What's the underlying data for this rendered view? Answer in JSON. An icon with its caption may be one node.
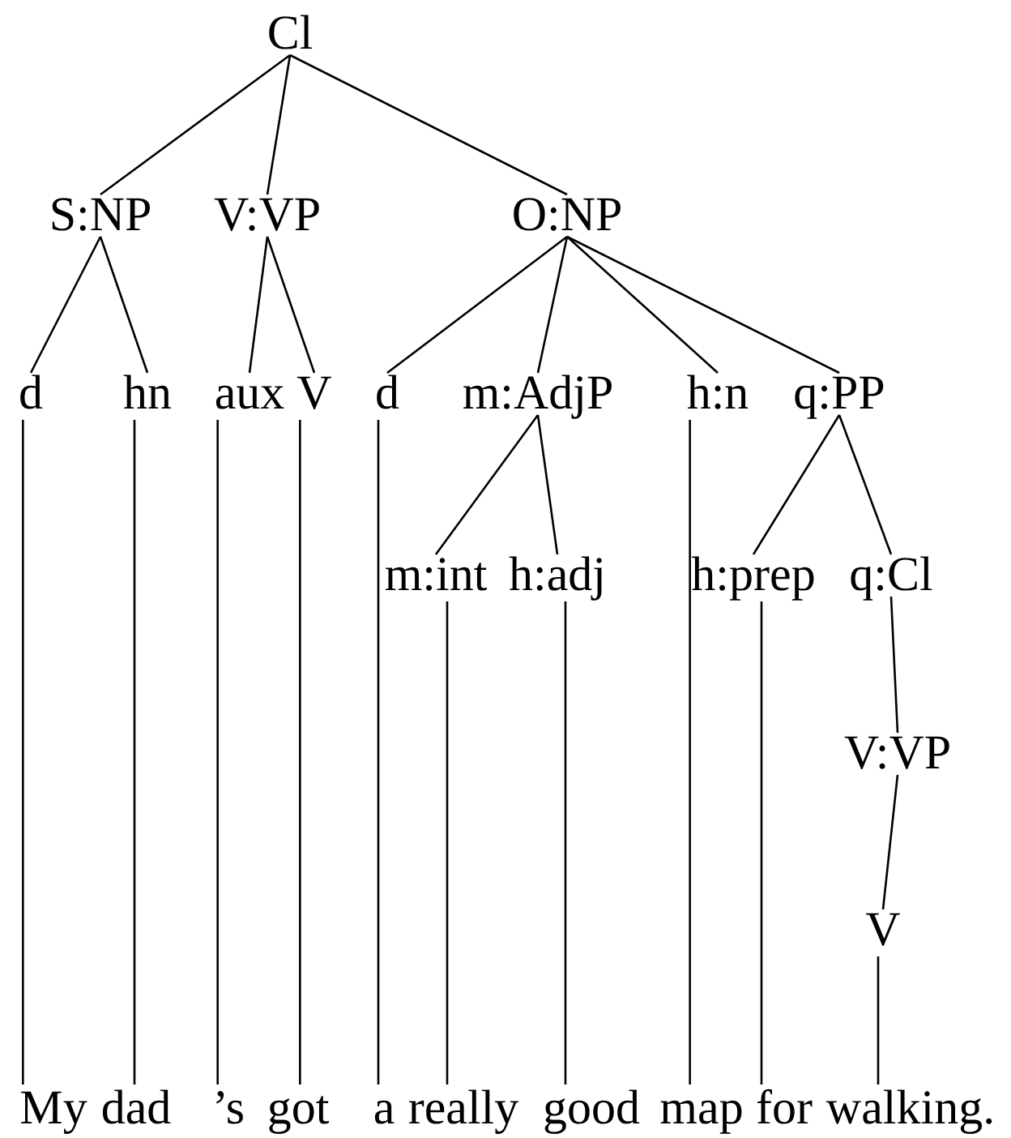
{
  "diagram": {
    "nodes": [
      {
        "text": [
          "Cl"
        ]
      },
      {
        "text": [
          "S:NP"
        ]
      },
      {
        "text": [
          "V:VP"
        ]
      },
      {
        "text": [
          "O:NP"
        ]
      },
      {
        "text": [
          "d"
        ]
      },
      {
        "text": [
          "hn"
        ]
      },
      {
        "text": [
          "aux"
        ]
      },
      {
        "text": [
          "V"
        ]
      },
      {
        "text": [
          "d"
        ]
      },
      {
        "text": [
          "m:AdjP"
        ]
      },
      {
        "text": [
          "h:n"
        ]
      },
      {
        "text": [
          "q:PP"
        ]
      },
      {
        "text": [
          "m:int"
        ]
      },
      {
        "text": [
          "h:adj"
        ]
      },
      {
        "text": [
          "h:prep"
        ]
      },
      {
        "text": [
          "q:Cl"
        ]
      },
      {
        "text": [
          "V:VP"
        ]
      },
      {
        "text": [
          "V"
        ]
      },
      {
        "text": [
          "My"
        ]
      },
      {
        "text": [
          "dad"
        ]
      },
      {
        "text": [
          "’s"
        ]
      },
      {
        "text": [
          "got"
        ]
      },
      {
        "text": [
          "a"
        ]
      },
      {
        "text": [
          "really"
        ]
      },
      {
        "text": [
          "good"
        ]
      },
      {
        "text": [
          "map"
        ]
      },
      {
        "text": [
          "for"
        ]
      },
      {
        "text": [
          "walking."
        ]
      }
    ],
    "edges": [
      {
        "from": 0,
        "to": 1,
        "arrow": "none"
      },
      {
        "from": 0,
        "to": 2,
        "arrow": "none"
      },
      {
        "from": 0,
        "to": 3,
        "arrow": "none"
      },
      {
        "from": 1,
        "to": 4,
        "arrow": "none"
      },
      {
        "from": 1,
        "to": 5,
        "arrow": "none"
      },
      {
        "from": 2,
        "to": 6,
        "arrow": "none"
      },
      {
        "from": 2,
        "to": 7,
        "arrow": "none"
      },
      {
        "from": 3,
        "to": 8,
        "arrow": "none"
      },
      {
        "from": 3,
        "to": 9,
        "arrow": "none"
      },
      {
        "from": 3,
        "to": 10,
        "arrow": "none"
      },
      {
        "from": 3,
        "to": 11,
        "arrow": "none"
      },
      {
        "from": 9,
        "to": 12,
        "arrow": "none"
      },
      {
        "from": 9,
        "to": 13,
        "arrow": "none"
      },
      {
        "from": 11,
        "to": 14,
        "arrow": "none"
      },
      {
        "from": 11,
        "to": 15,
        "arrow": "none"
      },
      {
        "from": 15,
        "to": 16,
        "arrow": "none"
      },
      {
        "from": 16,
        "to": 17,
        "arrow": "none"
      },
      {
        "from": 4,
        "to": 18,
        "arrow": "none"
      },
      {
        "from": 5,
        "to": 19,
        "arrow": "none"
      },
      {
        "from": 6,
        "to": 20,
        "arrow": "none"
      },
      {
        "from": 7,
        "to": 21,
        "arrow": "none"
      },
      {
        "from": 8,
        "to": 22,
        "arrow": "none"
      },
      {
        "from": 12,
        "to": 23,
        "arrow": "none"
      },
      {
        "from": 13,
        "to": 24,
        "arrow": "none"
      },
      {
        "from": 10,
        "to": 25,
        "arrow": "none"
      },
      {
        "from": 14,
        "to": 26,
        "arrow": "none"
      },
      {
        "from": 17,
        "to": 27,
        "arrow": "none"
      }
    ]
  }
}
